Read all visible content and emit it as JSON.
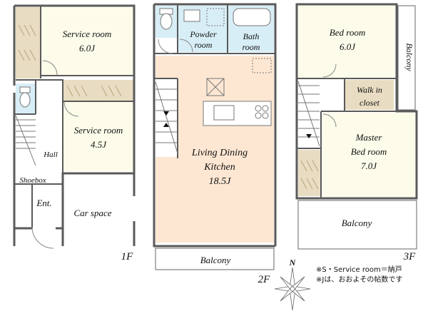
{
  "floors": {
    "f1": {
      "label": "1F",
      "service_room_1": {
        "name": "Service room",
        "size": "6.0J"
      },
      "service_room_2": {
        "name": "Service room",
        "size": "4.5J"
      },
      "hall": "Hall",
      "shoebox": "Shoebox",
      "entrance": "Ent.",
      "car_space": "Car space"
    },
    "f2": {
      "label": "2F",
      "powder_room": {
        "line1": "Powder",
        "line2": "room"
      },
      "bath": {
        "line1": "Bath",
        "line2": "room"
      },
      "ldk": {
        "line1": "Living Dining",
        "line2": "Kitchen",
        "size": "18.5J"
      },
      "balcony": "Balcony"
    },
    "f3": {
      "label": "3F",
      "bed_room": {
        "name": "Bed room",
        "size": "6.0J"
      },
      "balcony_side": "Balcony",
      "walk_in_closet": {
        "line1": "Walk in",
        "line2": "closet"
      },
      "master_bed_room": {
        "line1": "Master",
        "line2": "Bed room",
        "size": "7.0J"
      },
      "balcony": "Balcony"
    }
  },
  "compass_label": "N",
  "notes": [
    "※S・Service room＝納戸",
    "※Jは、おおよその帖数です"
  ],
  "colors": {
    "room_fill": "#fdfbea",
    "ldk_fill": "#fde7d3",
    "wet_fill": "#d8eef6",
    "closet_fill": "#e8dcc2",
    "wall": "#5a5a5a"
  }
}
